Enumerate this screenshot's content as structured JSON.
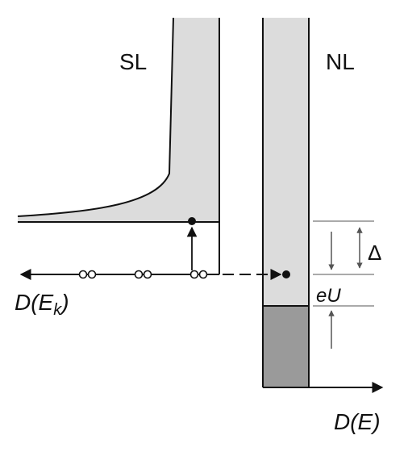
{
  "labels": {
    "superconductor": "SL",
    "normal_metal": "NL",
    "gap": "Δ",
    "bias": "eU",
    "dos_superconductor_prefix": "D(E",
    "dos_superconductor_sub": "k",
    "dos_superconductor_suffix": ")",
    "dos_normal": "D(E)"
  },
  "colors": {
    "occupied_light": "#dcdcdc",
    "occupied_dark": "#9a9a9a",
    "line": "#111111",
    "tick": "#555555"
  }
}
